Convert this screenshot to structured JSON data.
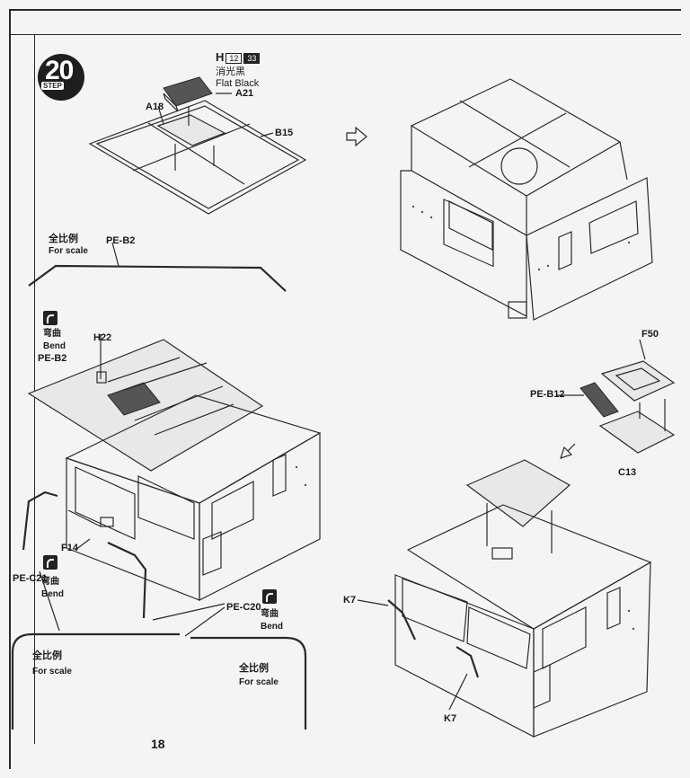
{
  "step": {
    "number": "20",
    "word": "STEP"
  },
  "paint": {
    "code_letter": "H",
    "code_a": "12",
    "code_b": "33",
    "name_cn": "消光黑",
    "name_en": "Flat Black"
  },
  "parts": {
    "a21": "A21",
    "a18": "A18",
    "b15": "B15",
    "pe_b2": "PE-B2",
    "h22": "H22",
    "f14": "F14",
    "pe_c21": "PE-C21",
    "pe_c20": "PE-C20",
    "f50": "F50",
    "pe_b12": "PE-B12",
    "c13": "C13",
    "k7_top": "K7",
    "k7_bottom": "K7"
  },
  "scale": {
    "cn": "全比例",
    "en": "For scale"
  },
  "bend": {
    "cn": "弯曲",
    "en": "Bend"
  },
  "page_number": "18"
}
